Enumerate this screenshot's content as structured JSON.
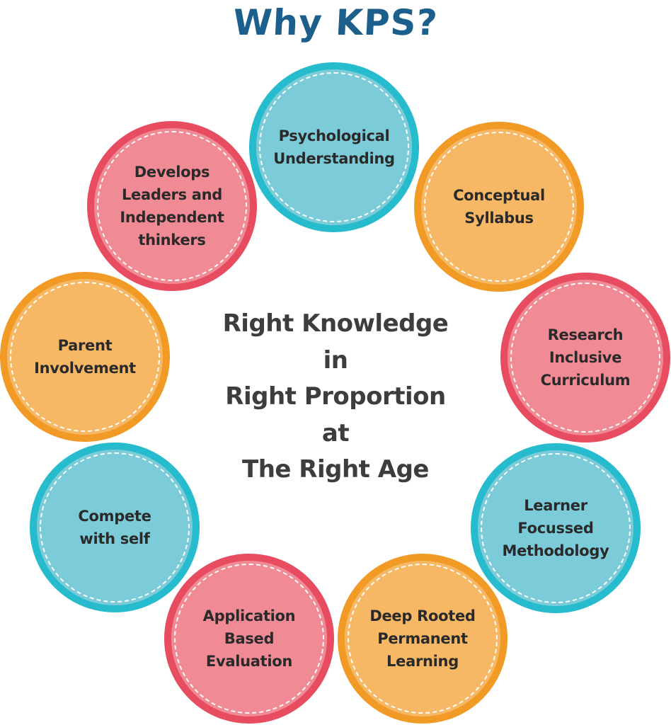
{
  "title": "Why KPS?",
  "colors": {
    "title": "#1c5f8c",
    "center_text": "#3d3d3f",
    "teal_ring": "#26bccd",
    "teal_fill": "#7ccbd8",
    "orange_ring": "#f29a26",
    "orange_fill": "#f7b865",
    "pink_ring": "#e84c60",
    "pink_fill": "#f08a94"
  },
  "center": {
    "lines": [
      "Right Knowledge",
      "in",
      "Right Proportion",
      "at",
      "The Right Age"
    ]
  },
  "circles": [
    {
      "label": "Psychological\nUnderstanding",
      "color": "teal"
    },
    {
      "label": "Conceptual\nSyllabus",
      "color": "orange"
    },
    {
      "label": "Research\nInclusive\nCurriculum",
      "color": "pink"
    },
    {
      "label": "Learner\nFocussed\nMethodology",
      "color": "teal"
    },
    {
      "label": "Deep Rooted\nPermanent\nLearning",
      "color": "orange"
    },
    {
      "label": "Application\nBased\nEvaluation",
      "color": "pink"
    },
    {
      "label": "Compete\nwith self",
      "color": "teal"
    },
    {
      "label": "Parent\nInvolvement",
      "color": "orange"
    },
    {
      "label": "Develops\nLeaders and\nIndependent\nthinkers",
      "color": "pink"
    }
  ]
}
